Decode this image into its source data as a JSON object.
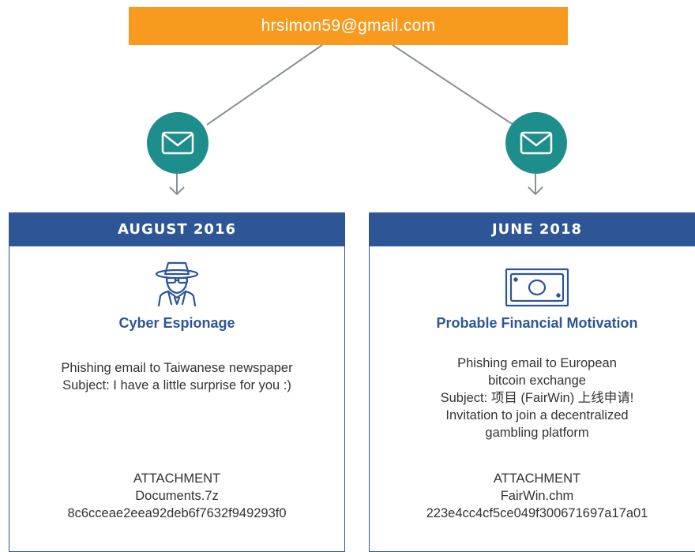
{
  "source": {
    "email": "hrsimon59@gmail.com"
  },
  "icons": [
    "envelope-icon",
    "spy-icon",
    "money-icon",
    "arrow-down-icon"
  ],
  "colors": {
    "source_box": "#f79a1e",
    "node_circle": "#1e8e8c",
    "card_header": "#2e5596",
    "title_text": "#2e5596"
  },
  "campaigns": [
    {
      "date": "AUGUST 2016",
      "title": "Cyber Espionage",
      "description": [
        "Phishing email to Taiwanese newspaper",
        "Subject: I have a little surprise for you :)"
      ],
      "attachment_label": "ATTACHMENT",
      "attachment_file": "Documents.7z",
      "attachment_hash": "8c6cceae2eea92deb6f7632f949293f0"
    },
    {
      "date": "JUNE 2018",
      "title": "Probable Financial Motivation",
      "description": [
        "Phishing email to European",
        "bitcoin exchange",
        "Subject: 项目 (FairWin) 上线申请!",
        "Invitation to join a decentralized",
        "gambling platform"
      ],
      "attachment_label": "ATTACHMENT",
      "attachment_file": "FairWin.chm",
      "attachment_hash": "223e4cc4cf5ce049f300671697a17a01"
    }
  ]
}
